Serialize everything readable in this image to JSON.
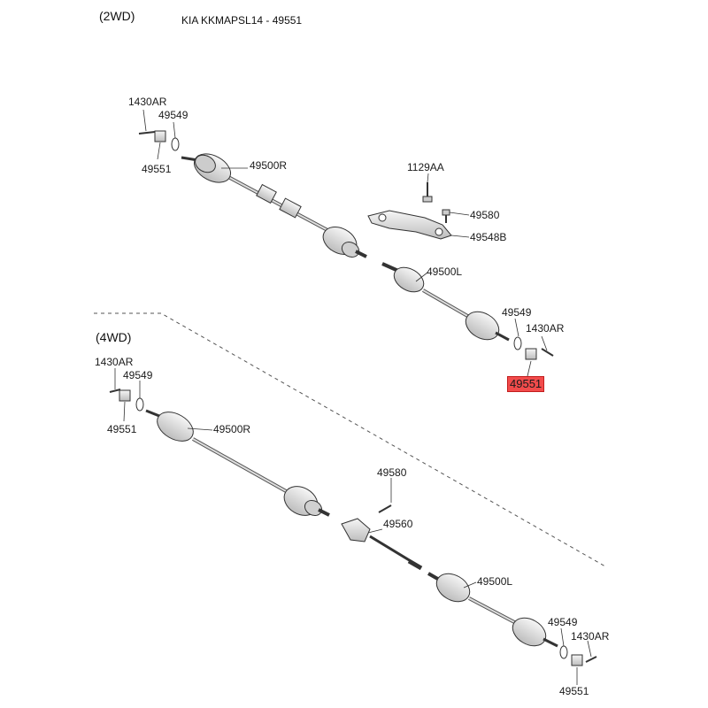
{
  "header": {
    "section_2wd": "(2WD)",
    "title": "KIA KKMAPSL14 - 49551",
    "section_4wd": "(4WD)"
  },
  "labels_2wd": {
    "pin_top": "1430AR",
    "washer_top": "49549",
    "nut_top": "49551",
    "shaft_right": "49500R",
    "bolt_bracket": "1129AA",
    "bolt_bearing": "49580",
    "bracket": "49548B",
    "shaft_left": "49500L",
    "washer_bottom": "49549",
    "pin_bottom": "1430AR",
    "nut_highlight": "49551"
  },
  "labels_4wd": {
    "pin_top": "1430AR",
    "washer_top": "49549",
    "nut_top": "49551",
    "shaft_right": "49500R",
    "bolt": "49580",
    "inter_shaft": "49560",
    "shaft_left": "49500L",
    "washer_bottom": "49549",
    "pin_bottom": "1430AR",
    "nut_bottom": "49551"
  },
  "colors": {
    "highlight": "#f24b4b",
    "line": "#333333",
    "part_fill": "#e6e6e6"
  }
}
